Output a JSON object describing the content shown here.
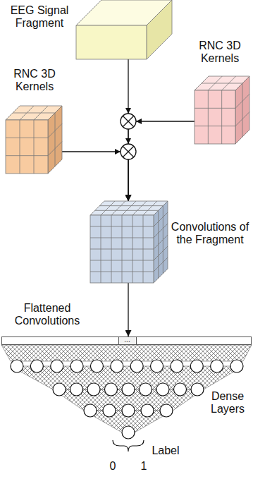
{
  "diagram": {
    "nodes": [
      {
        "text": [
          "EEG Signal Fragment"
        ]
      },
      {
        "text": [
          "RNC 3D Kernels"
        ]
      },
      {
        "text": [
          "RNC 3D Kernels"
        ]
      },
      {
        "text": [
          "Convolutions of the Fragment"
        ]
      },
      {
        "text": [
          "Flattened Convolutions",
          "..."
        ]
      }
    ],
    "edges": [
      {
        "from": 0,
        "to": 3,
        "arrow": "to"
      },
      {
        "from": 1,
        "to": 3,
        "arrow": "to"
      },
      {
        "from": 2,
        "to": 3,
        "arrow": "to"
      },
      {
        "from": 3,
        "to": 4,
        "arrow": "to"
      }
    ],
    "labels": [
      "Dense Layers",
      "Label",
      "0",
      "1"
    ]
  }
}
